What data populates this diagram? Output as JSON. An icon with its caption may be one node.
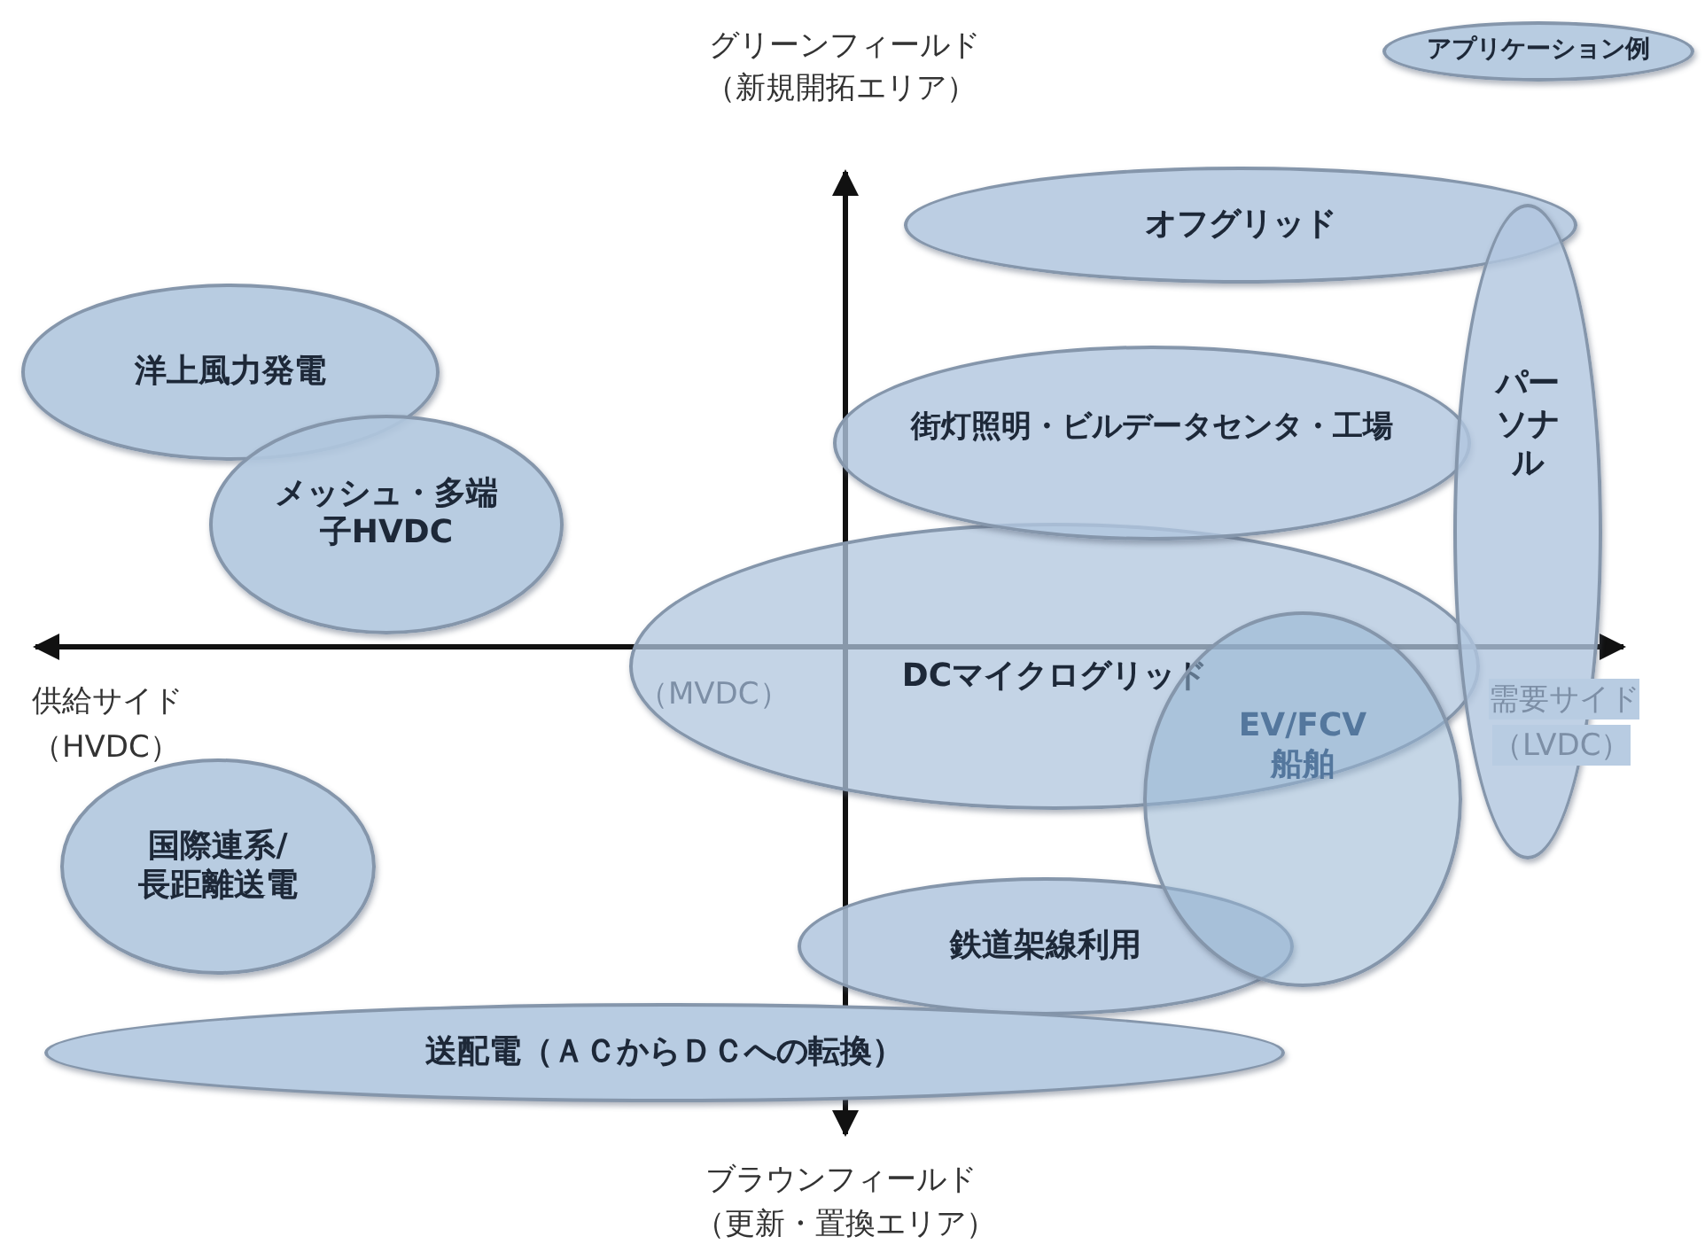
{
  "diagram": {
    "nodes": [
      {
        "text": [
          "アプリケーション例"
        ]
      },
      {
        "text": [
          "オフグリッド"
        ]
      },
      {
        "text": [
          "洋上風力発電"
        ]
      },
      {
        "text": [
          "街灯照明・ビルデータセンタ・工場"
        ]
      },
      {
        "text": [
          "パーソナル"
        ]
      },
      {
        "text": [
          "メッシュ・多端子HVDC"
        ]
      },
      {
        "text": [
          "DCマイクログリッド"
        ]
      },
      {
        "text": [
          "EV/FCV船舶"
        ]
      },
      {
        "text": [
          "国際連系/長距離送電"
        ]
      },
      {
        "text": [
          "鉄道架線利用"
        ]
      },
      {
        "text": [
          "送配電（ＡＣからＤＣへの転換）"
        ]
      }
    ],
    "labels": [
      "グリーンフィールド",
      "（新規開拓エリア）",
      "供給サイド",
      "（HVDC）",
      "（MVDC）",
      "需要サイド",
      "（LVDC）",
      "ブラウンフィールド",
      "（更新・置換エリア）"
    ]
  }
}
